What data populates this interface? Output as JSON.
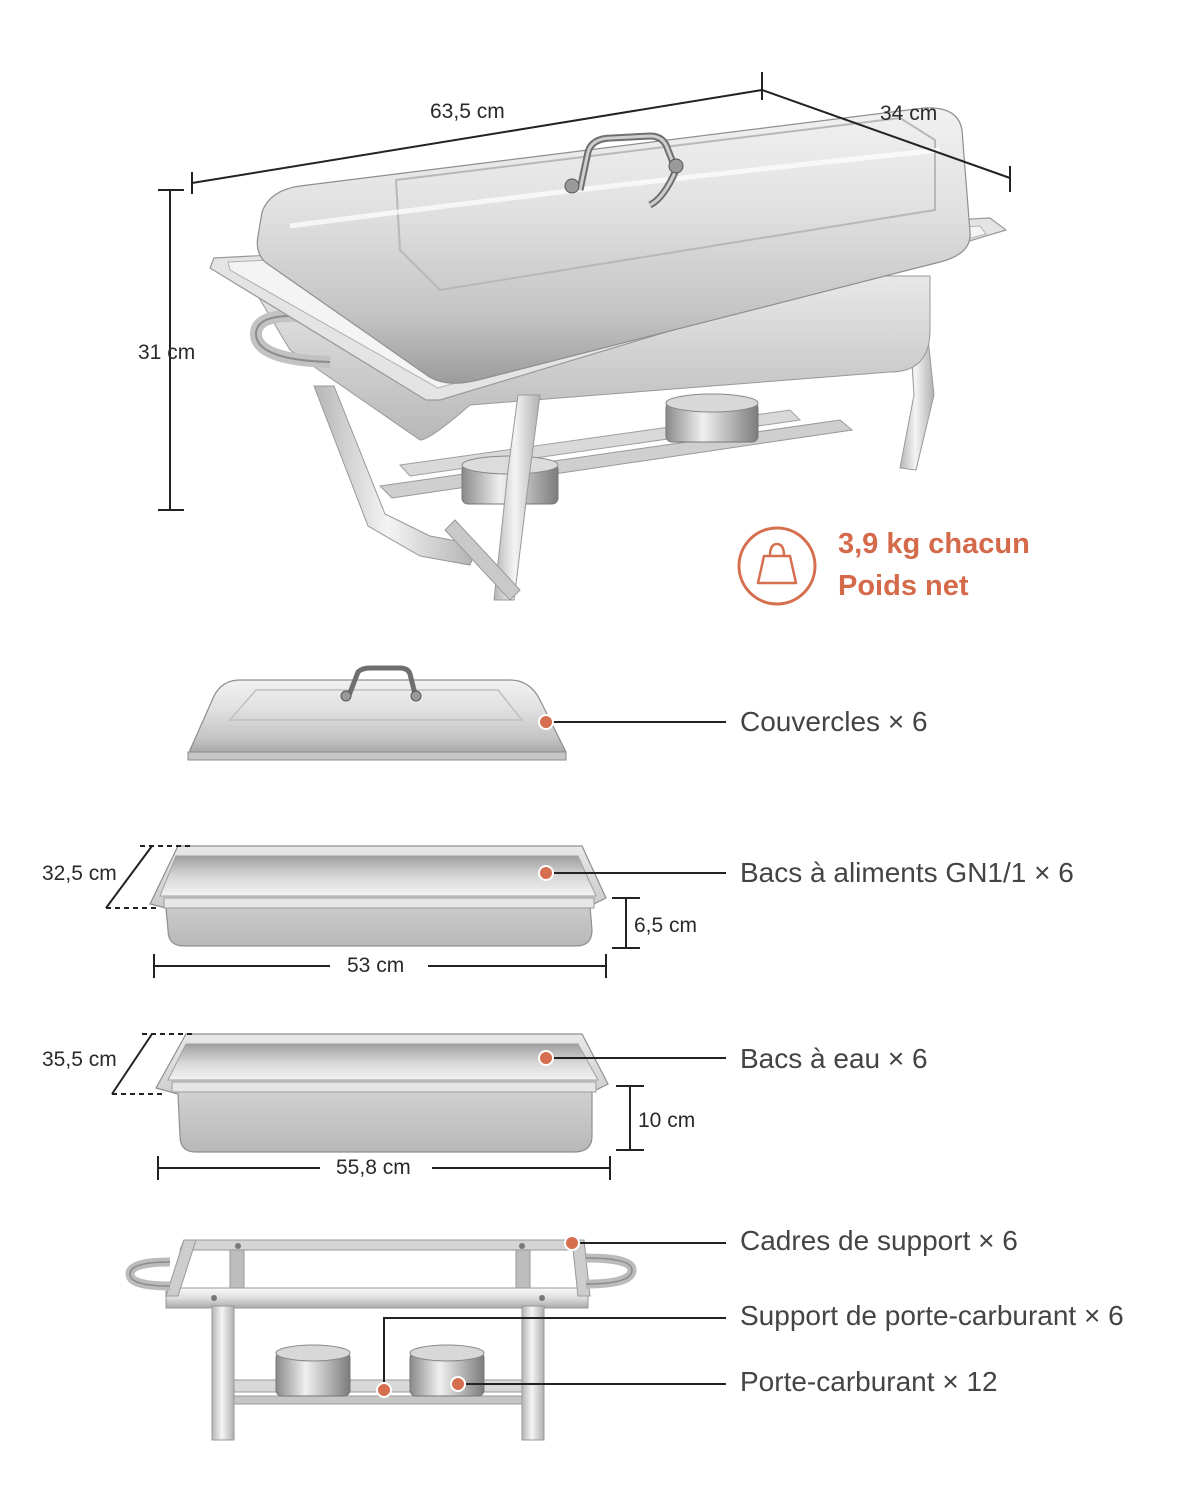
{
  "colors": {
    "accent": "#d66f4f",
    "steel_light": "#f2f2f2",
    "steel_mid": "#c8c8c8",
    "steel_dark": "#8e8e8e",
    "line": "#222222"
  },
  "main_unit": {
    "width_label": "63,5 cm",
    "depth_label": "34 cm",
    "height_label": "31 cm"
  },
  "weight": {
    "icon": "weight-icon",
    "value": "3,9 kg chacun",
    "caption": "Poids net"
  },
  "parts": {
    "lid": {
      "label": "Couvercles × 6"
    },
    "food_pan": {
      "label": "Bacs à aliments GN1/1 × 6",
      "depth": "32,5 cm",
      "height": "6,5 cm",
      "length": "53 cm"
    },
    "water_pan": {
      "label": "Bacs à eau × 6",
      "depth": "35,5 cm",
      "height": "10 cm",
      "length": "55,8 cm"
    },
    "frame": {
      "label": "Cadres de support × 6"
    },
    "fuel_holder_support": {
      "label": "Support de porte-carburant × 6"
    },
    "fuel_holder": {
      "label": "Porte-carburant × 12"
    }
  }
}
